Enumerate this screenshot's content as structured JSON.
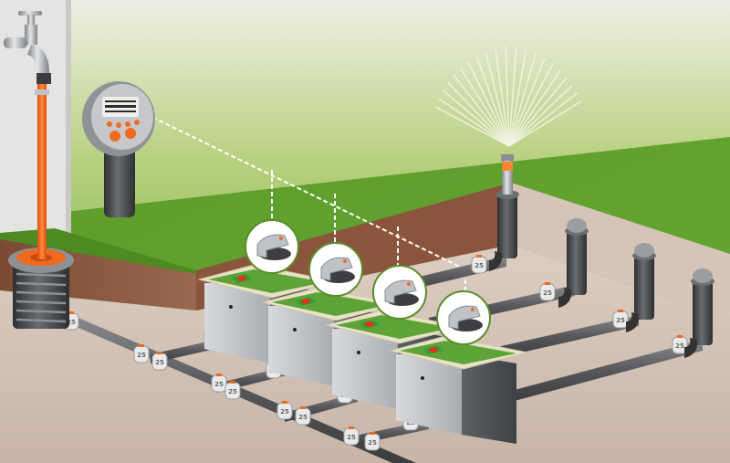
{
  "diagram": {
    "subject": "Underground garden irrigation system",
    "colors": {
      "sky_top": "#f2f2ea",
      "lawn": "#5e9e2c",
      "lawn_light": "#88b84a",
      "soil_cut": "#8a5a40",
      "trench_floor": "#d3c2b6",
      "wall": "#e6e6e6",
      "hose": "#f06a1e",
      "pipe": "#5a5b5e",
      "box": "#b9bcc0",
      "box_lid": "#5da338",
      "signal_line": "#ffffff"
    },
    "components": {
      "tap": {
        "label": "Water tap"
      },
      "controller": {
        "label": "Irrigation controller"
      },
      "water_connector": {
        "label": "Water connection box"
      },
      "valve_boxes": [
        {
          "id": 1,
          "label": "Valve box 1"
        },
        {
          "id": 2,
          "label": "Valve box 2"
        },
        {
          "id": 3,
          "label": "Valve box 3"
        },
        {
          "id": 4,
          "label": "Valve box 4"
        }
      ],
      "sprinklers": [
        {
          "id": 1,
          "state": "spraying"
        },
        {
          "id": 2,
          "state": "retracted"
        },
        {
          "id": 3,
          "state": "retracted"
        },
        {
          "id": 4,
          "state": "retracted"
        }
      ]
    },
    "fitting_label": "25"
  }
}
